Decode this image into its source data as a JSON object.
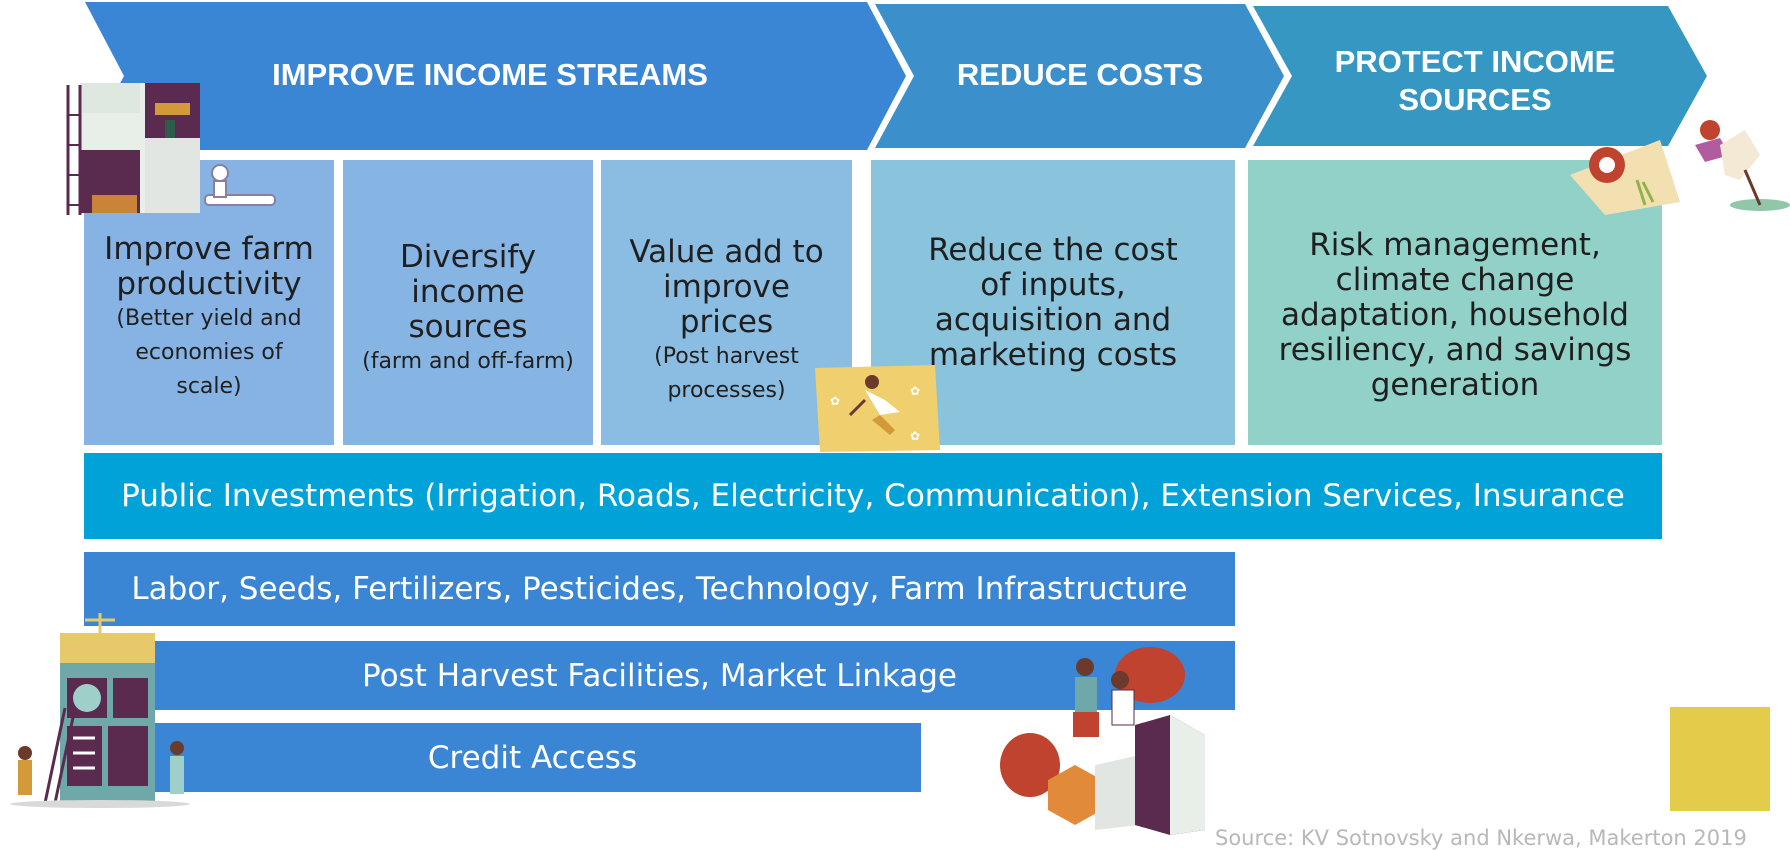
{
  "chevrons": [
    {
      "label": "IMPROVE INCOME STREAMS"
    },
    {
      "label": "REDUCE COSTS"
    },
    {
      "label": "PROTECT INCOME SOURCES"
    }
  ],
  "cards": [
    {
      "main": "Improve farm productivity",
      "sub": "(Better yield and economies of scale)"
    },
    {
      "main": "Diversify income sources",
      "sub": "(farm and off-farm)"
    },
    {
      "main": "Value add to improve prices",
      "sub": "(Post harvest processes)"
    },
    {
      "main": "Reduce the cost of inputs, acquisition and marketing costs"
    },
    {
      "main": "Risk management, climate change adaptation, household resiliency, and savings generation"
    }
  ],
  "bars": {
    "public": "Public Investments (Irrigation, Roads, Electricity, Communication), Extension Services, Insurance",
    "inputs": "Labor, Seeds, Fertilizers, Pesticides, Technology, Farm Infrastructure",
    "post_harvest": "Post Harvest Facilities, Market Linkage",
    "credit": "Credit Access"
  },
  "source": "Source: KV Sotnovsky and Nkerwa, Makerton 2019",
  "colors": {
    "chevron1": "#3a86d4",
    "chevron2": "#3b8fcb",
    "chevron3": "#3597c2",
    "card1": "#86b3e3",
    "card2": "#86b5e3",
    "card3": "#8bbde2",
    "card4": "#8ac3dc",
    "card5": "#92d1c8",
    "public_bar": "#00a2d8",
    "blue_bar": "#3a86d4",
    "yellow_square": "#e2cc4a"
  }
}
